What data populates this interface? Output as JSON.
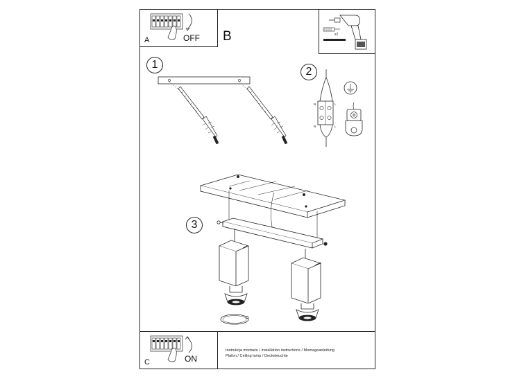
{
  "sections": {
    "a": {
      "letter": "A",
      "action": "OFF"
    },
    "b": {
      "letter": "B"
    },
    "c": {
      "letter": "C",
      "action": "ON"
    }
  },
  "steps": [
    "1",
    "2",
    "3"
  ],
  "tools": {
    "quantity": "x2"
  },
  "wiring": {
    "terminal_labels": [
      "N",
      "L",
      "N",
      "L"
    ]
  },
  "caption": {
    "line1": "Instrukcja montażu / installation instructions / Montageanleitung",
    "line2": "Plafon / Ceiling lamp / Deckeleuchte"
  }
}
